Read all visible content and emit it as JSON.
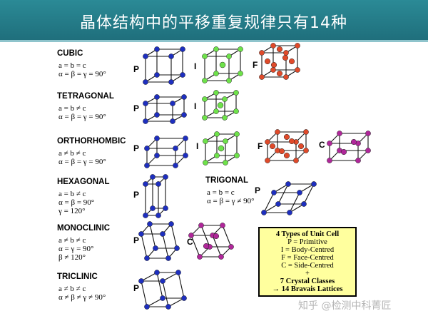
{
  "title": "晶体结构中的平移重复规律只有14种",
  "colors": {
    "header": "#1f6f7c",
    "blue": "#1e2fbf",
    "green": "#6ee24a",
    "red": "#e04a2a",
    "purple": "#b0279a",
    "box": "#ffff9e"
  },
  "systems": [
    {
      "name": "CUBIC",
      "params": [
        "a = b = c",
        "α = β = γ = 90°"
      ]
    },
    {
      "name": "TETRAGONAL",
      "params": [
        "a = b ≠ c",
        "α = β = γ = 90°"
      ]
    },
    {
      "name": "ORTHORHOMBIC",
      "params": [
        "a ≠ b ≠ c",
        "α = β = γ = 90°"
      ]
    },
    {
      "name": "HEXAGONAL",
      "params": [
        "a = b ≠ c",
        "α = β = 90°",
        "γ = 120°"
      ]
    },
    {
      "name": "MONOCLINIC",
      "params": [
        "a ≠ b ≠ c",
        "α = γ = 90°",
        "β ≠ 120°"
      ]
    },
    {
      "name": "TRICLINIC",
      "params": [
        "a ≠ b ≠ c",
        "α ≠ β ≠ γ ≠ 90°"
      ]
    }
  ],
  "trigonal": {
    "name": "TRIGONAL",
    "params": [
      "a = b = c",
      "α = β = γ ≠ 90°"
    ]
  },
  "lattice_labels": {
    "P": "P",
    "I": "I",
    "F": "F",
    "C": "C"
  },
  "legend": {
    "title": "4 Types of Unit Cell",
    "p": "P = Primitive",
    "i": "I = Body-Centred",
    "f": "F = Face-Centred",
    "c": "C = Side-Centred",
    "plus": "+",
    "classes": "7 Crystal Classes",
    "bravais": "→ 14 Bravais Lattices"
  },
  "watermark": "知乎 @检测中科菁匠"
}
